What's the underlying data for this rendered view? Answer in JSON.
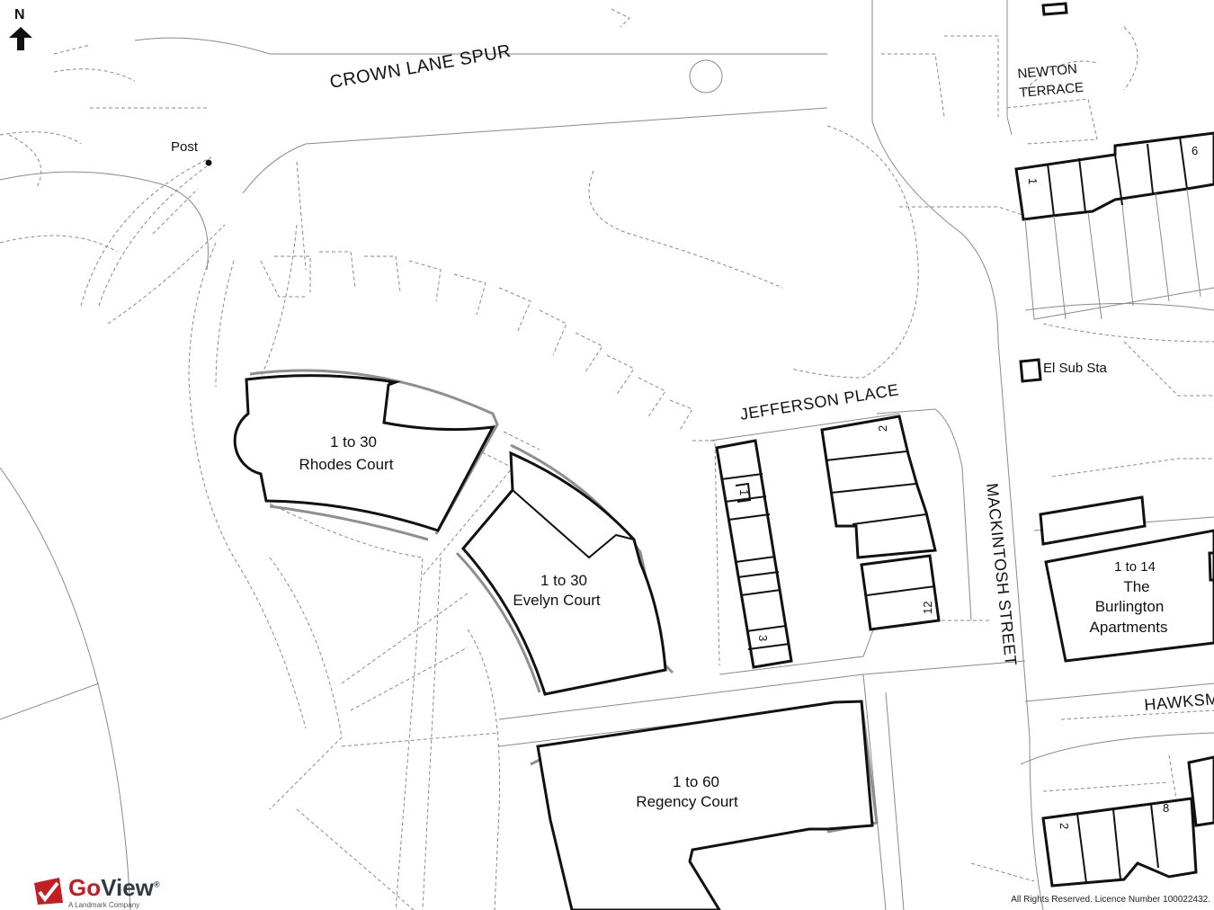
{
  "north": {
    "label": "N",
    "icon": "north-arrow-icon"
  },
  "streets": {
    "crown_lane_spur": "CROWN LANE SPUR",
    "jefferson_place": "JEFFERSON PLACE",
    "mackintosh_street": "MACKINTOSH STREET",
    "hawksm": "HAWKSM",
    "newton_terrace_1": "NEWTON",
    "newton_terrace_2": "TERRACE"
  },
  "features": {
    "post": "Post",
    "el_sub_sta": "El Sub Sta"
  },
  "buildings": {
    "rhodes": {
      "range": "1 to 30",
      "name": "Rhodes Court"
    },
    "evelyn": {
      "range": "1 to 30",
      "name": "Evelyn Court"
    },
    "regency": {
      "range": "1 to 60",
      "name": "Regency Court"
    },
    "burlington": {
      "range": "1 to 14",
      "name_1": "The",
      "name_2": "Burlington",
      "name_3": "Apartments"
    }
  },
  "house_numbers": {
    "n1_terrace": "1",
    "n6_terrace": "6",
    "n2_jefferson": "2",
    "n12_jefferson": "12",
    "n1_west": "1",
    "n3_west": "3",
    "n2_south": "2",
    "n8_south": "8"
  },
  "logo": {
    "go": "Go",
    "view": "View",
    "registered": "®",
    "subtitle": "A Landmark Company",
    "accent": "#c41e24"
  },
  "licence": "All Rights Reserved. Licence Number 100022432."
}
